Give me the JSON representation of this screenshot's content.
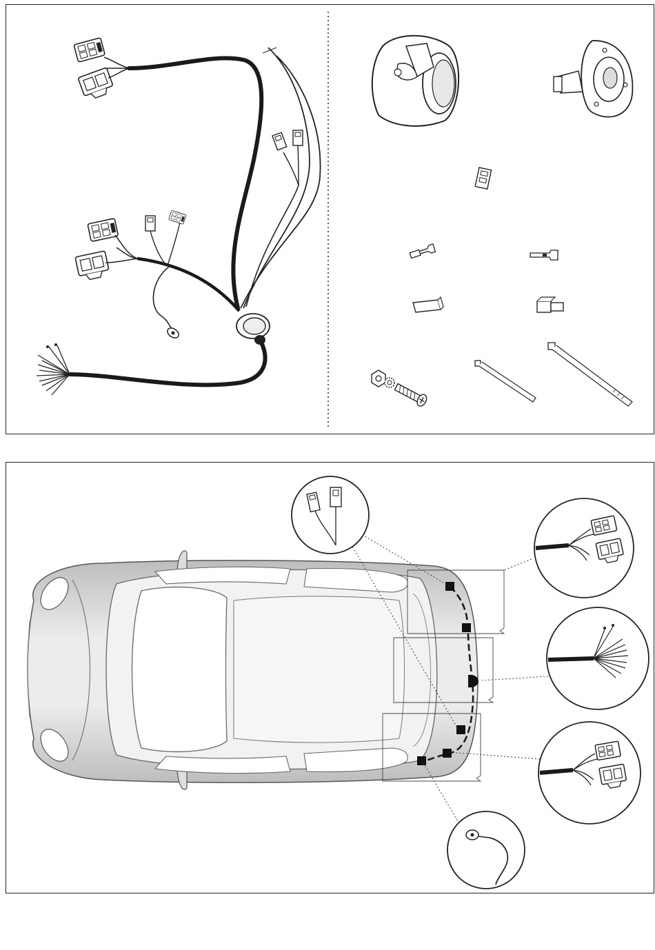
{
  "colors": {
    "line": "#222222",
    "cable": "#1a1a1a",
    "car_body": "#d6d6d6",
    "car_highlight": "#f4f4f4",
    "background": "#ffffff"
  },
  "kit": {
    "items": [
      {
        "id": "main-harness",
        "icon": "wiring-harness-icon"
      },
      {
        "id": "socket-13pin",
        "icon": "trailer-socket-icon"
      },
      {
        "id": "socket-plate",
        "icon": "mounting-plate-icon"
      },
      {
        "id": "fuse-connector",
        "icon": "connector-icon"
      },
      {
        "id": "crimp-terminal-a",
        "icon": "terminal-icon"
      },
      {
        "id": "crimp-terminal-b",
        "icon": "terminal-icon"
      },
      {
        "id": "connector-housing-a",
        "icon": "housing-icon"
      },
      {
        "id": "connector-housing-b",
        "icon": "housing-icon"
      },
      {
        "id": "bolt-nut-washer",
        "icon": "screw-icon"
      },
      {
        "id": "cable-tie-small",
        "icon": "cable-tie-icon"
      },
      {
        "id": "cable-tie-large",
        "icon": "cable-tie-icon"
      }
    ]
  },
  "installation": {
    "vehicle": "car-top-view-icon",
    "details": [
      {
        "id": "detail-side-connectors",
        "icon": "connector-pair-icon"
      },
      {
        "id": "detail-left-light-plug",
        "icon": "plug-icon"
      },
      {
        "id": "detail-cable-ends",
        "icon": "wire-bundle-icon"
      },
      {
        "id": "detail-right-light-plug",
        "icon": "plug-icon"
      },
      {
        "id": "detail-ground-ring",
        "icon": "ground-terminal-icon"
      }
    ]
  }
}
